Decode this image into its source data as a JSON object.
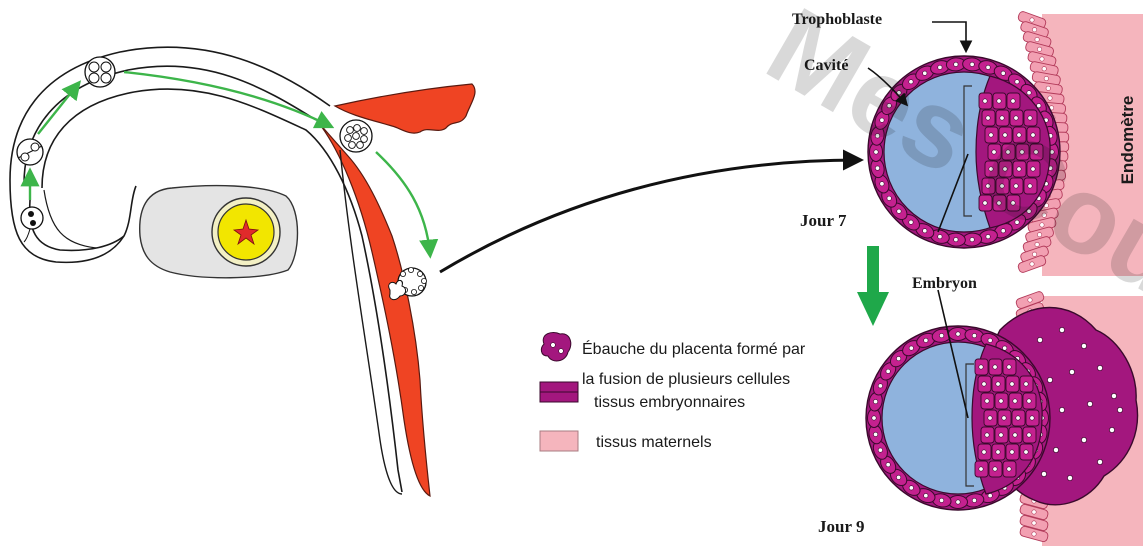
{
  "labels": {
    "trophoblaste": "Trophoblaste",
    "cavite": "Cavité",
    "endometre": "Endomètre",
    "jour7": "Jour 7",
    "embryon": "Embryon",
    "jour9": "Jour 9"
  },
  "legend": {
    "placenta_line1": "Ébauche du placenta formé par",
    "placenta_line2": "la fusion de plusieurs cellules",
    "embryonic_tissue": "tissus embryonnaires",
    "maternal_tissue": "tissus maternels"
  },
  "colors": {
    "uterus_lining": "#ef4423",
    "migration_arrow": "#3db54a",
    "day_arrow": "#1fa84a",
    "embryonic_tissue": "#a3177e",
    "embryonic_cell": "#c4218f",
    "maternal_tissue": "#f5b5bd",
    "cavity": "#8fb3dd",
    "ovary": "#e4e4e4",
    "follicle": "#f2e600",
    "watermark": "#111111"
  },
  "watermark": "Mes Cours"
}
